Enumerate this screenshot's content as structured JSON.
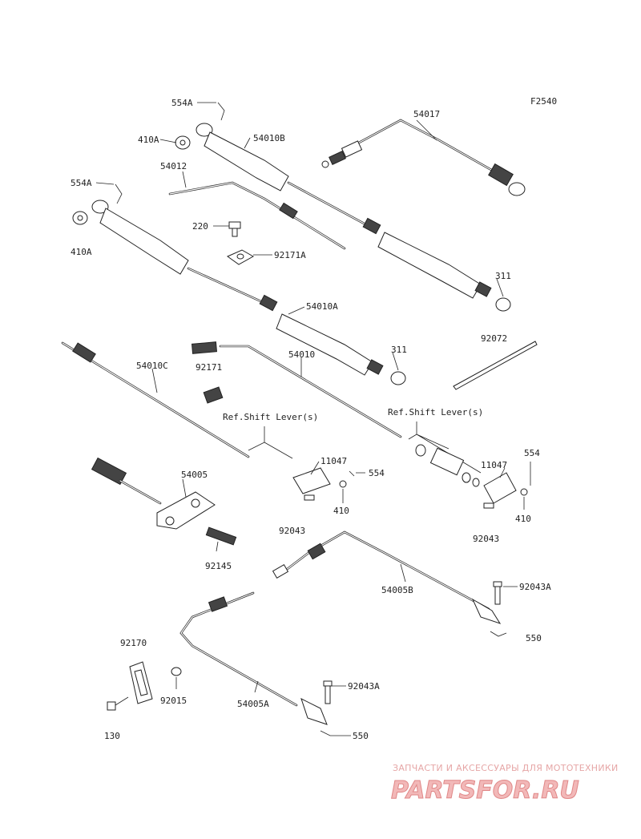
{
  "diagram_code": "F2540",
  "labels": {
    "l554A_top": "554A",
    "l410A_top": "410A",
    "l54010B": "54010B",
    "l54017": "54017",
    "l554A_mid": "554A",
    "l54012": "54012",
    "l220": "220",
    "l92171A": "92171A",
    "l410A_mid": "410A",
    "l311_top": "311",
    "l54010A": "54010A",
    "l92072": "92072",
    "l54010C": "54010C",
    "l92171": "92171",
    "l54010": "54010",
    "l311_mid": "311",
    "ref_left": "Ref.Shift Lever(s)",
    "ref_right": "Ref.Shift Lever(s)",
    "l11047_left": "11047",
    "l554_left": "554",
    "l410_left": "410",
    "l11047_right": "11047",
    "l554_right": "554",
    "l410_right": "410",
    "l54005": "54005",
    "l92043_left": "92043",
    "l92043_right": "92043",
    "l92145": "92145",
    "l54005B": "54005B",
    "l92043A_right": "92043A",
    "l550_right": "550",
    "l92170": "92170",
    "l92015": "92015",
    "l92043A_low": "92043A",
    "l54005A": "54005A",
    "l130": "130",
    "l550_low": "550"
  },
  "watermark": {
    "tagline": "ЗАПЧАСТИ И АКСЕССУАРЫ ДЛЯ МОТОТЕХНИКИ",
    "brand": "PARTSFOR.RU"
  }
}
